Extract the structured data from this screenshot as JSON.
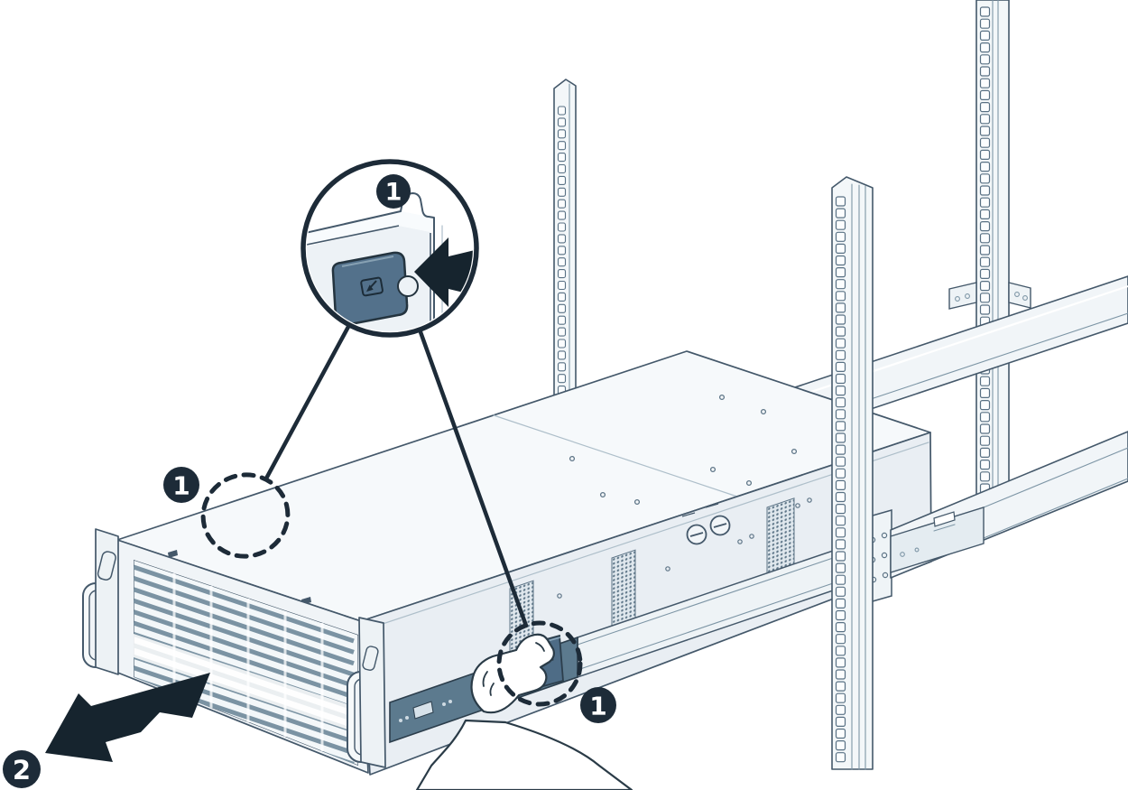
{
  "figure": {
    "kind": "technical-illustration",
    "subject": "Press the release latches (1) on the top cover and side rails, then slide the chassis out of the rack (2)",
    "background": "#ffffff"
  },
  "step_badges": {
    "callout": "1",
    "top_cover_latch": "1",
    "side_rail_latch": "1",
    "slide_out": "2"
  },
  "icons": {
    "callout_press_arrow_direction": "left",
    "slide_out_arrow_direction": "down-left"
  },
  "colors": {
    "ink": "#1d2b38",
    "edge": "#44586a",
    "edge_soft": "#7e96a6",
    "face_light": "#f6f9fb",
    "face_mid": "#e9eef3",
    "rail_panel_dark": "#5c7a8e",
    "latch_dark": "#4e6c86"
  }
}
